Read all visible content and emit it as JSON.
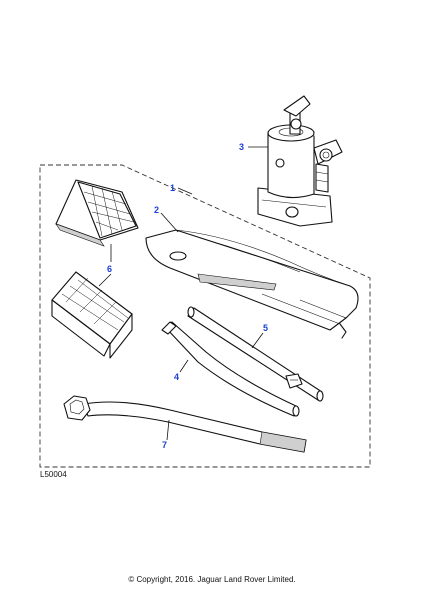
{
  "diagram": {
    "reference_code": "L50004",
    "copyright": "© Copyright, 2016. Jaguar Land Rover Limited.",
    "callouts": [
      "1",
      "2",
      "3",
      "4",
      "5",
      "6",
      "7"
    ]
  }
}
